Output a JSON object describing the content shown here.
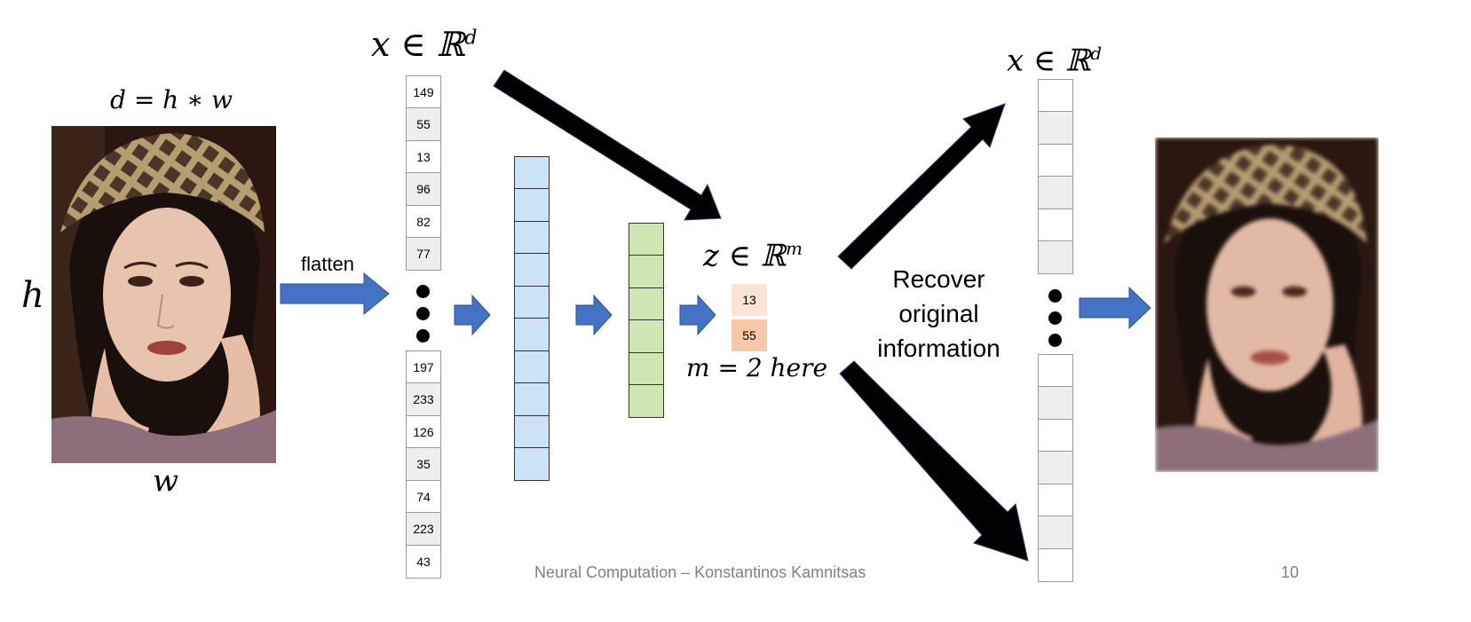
{
  "left_image": {
    "caption_top": "d = h ∗ w",
    "side_label": "h",
    "bottom_label": "w"
  },
  "flatten_label": "flatten",
  "x_top_label": "x ∈ ℝ",
  "x_sup": "d",
  "x_values_top": [
    "149",
    "55",
    "13",
    "96",
    "82",
    "77"
  ],
  "x_values_bottom": [
    "197",
    "233",
    "126",
    "35",
    "74",
    "223",
    "43"
  ],
  "z_label": "z ∈ ℝ",
  "z_sup": "m",
  "z_values": [
    "13",
    "55"
  ],
  "z_note": "m = 2 here",
  "recover_lines": [
    "Recover",
    "original",
    "information"
  ],
  "out_label": "x ∈ ℝ",
  "out_sup": "d",
  "footer": {
    "text": "Neural Computation – Konstantinos Kamnitsas",
    "page": "10"
  },
  "colors": {
    "arrow_blue": "#4472c4",
    "hidden1": "#cbe3f5",
    "hidden2": "#cfe8b3",
    "z1": "#fbe3d6",
    "z2": "#f8c7a8"
  }
}
